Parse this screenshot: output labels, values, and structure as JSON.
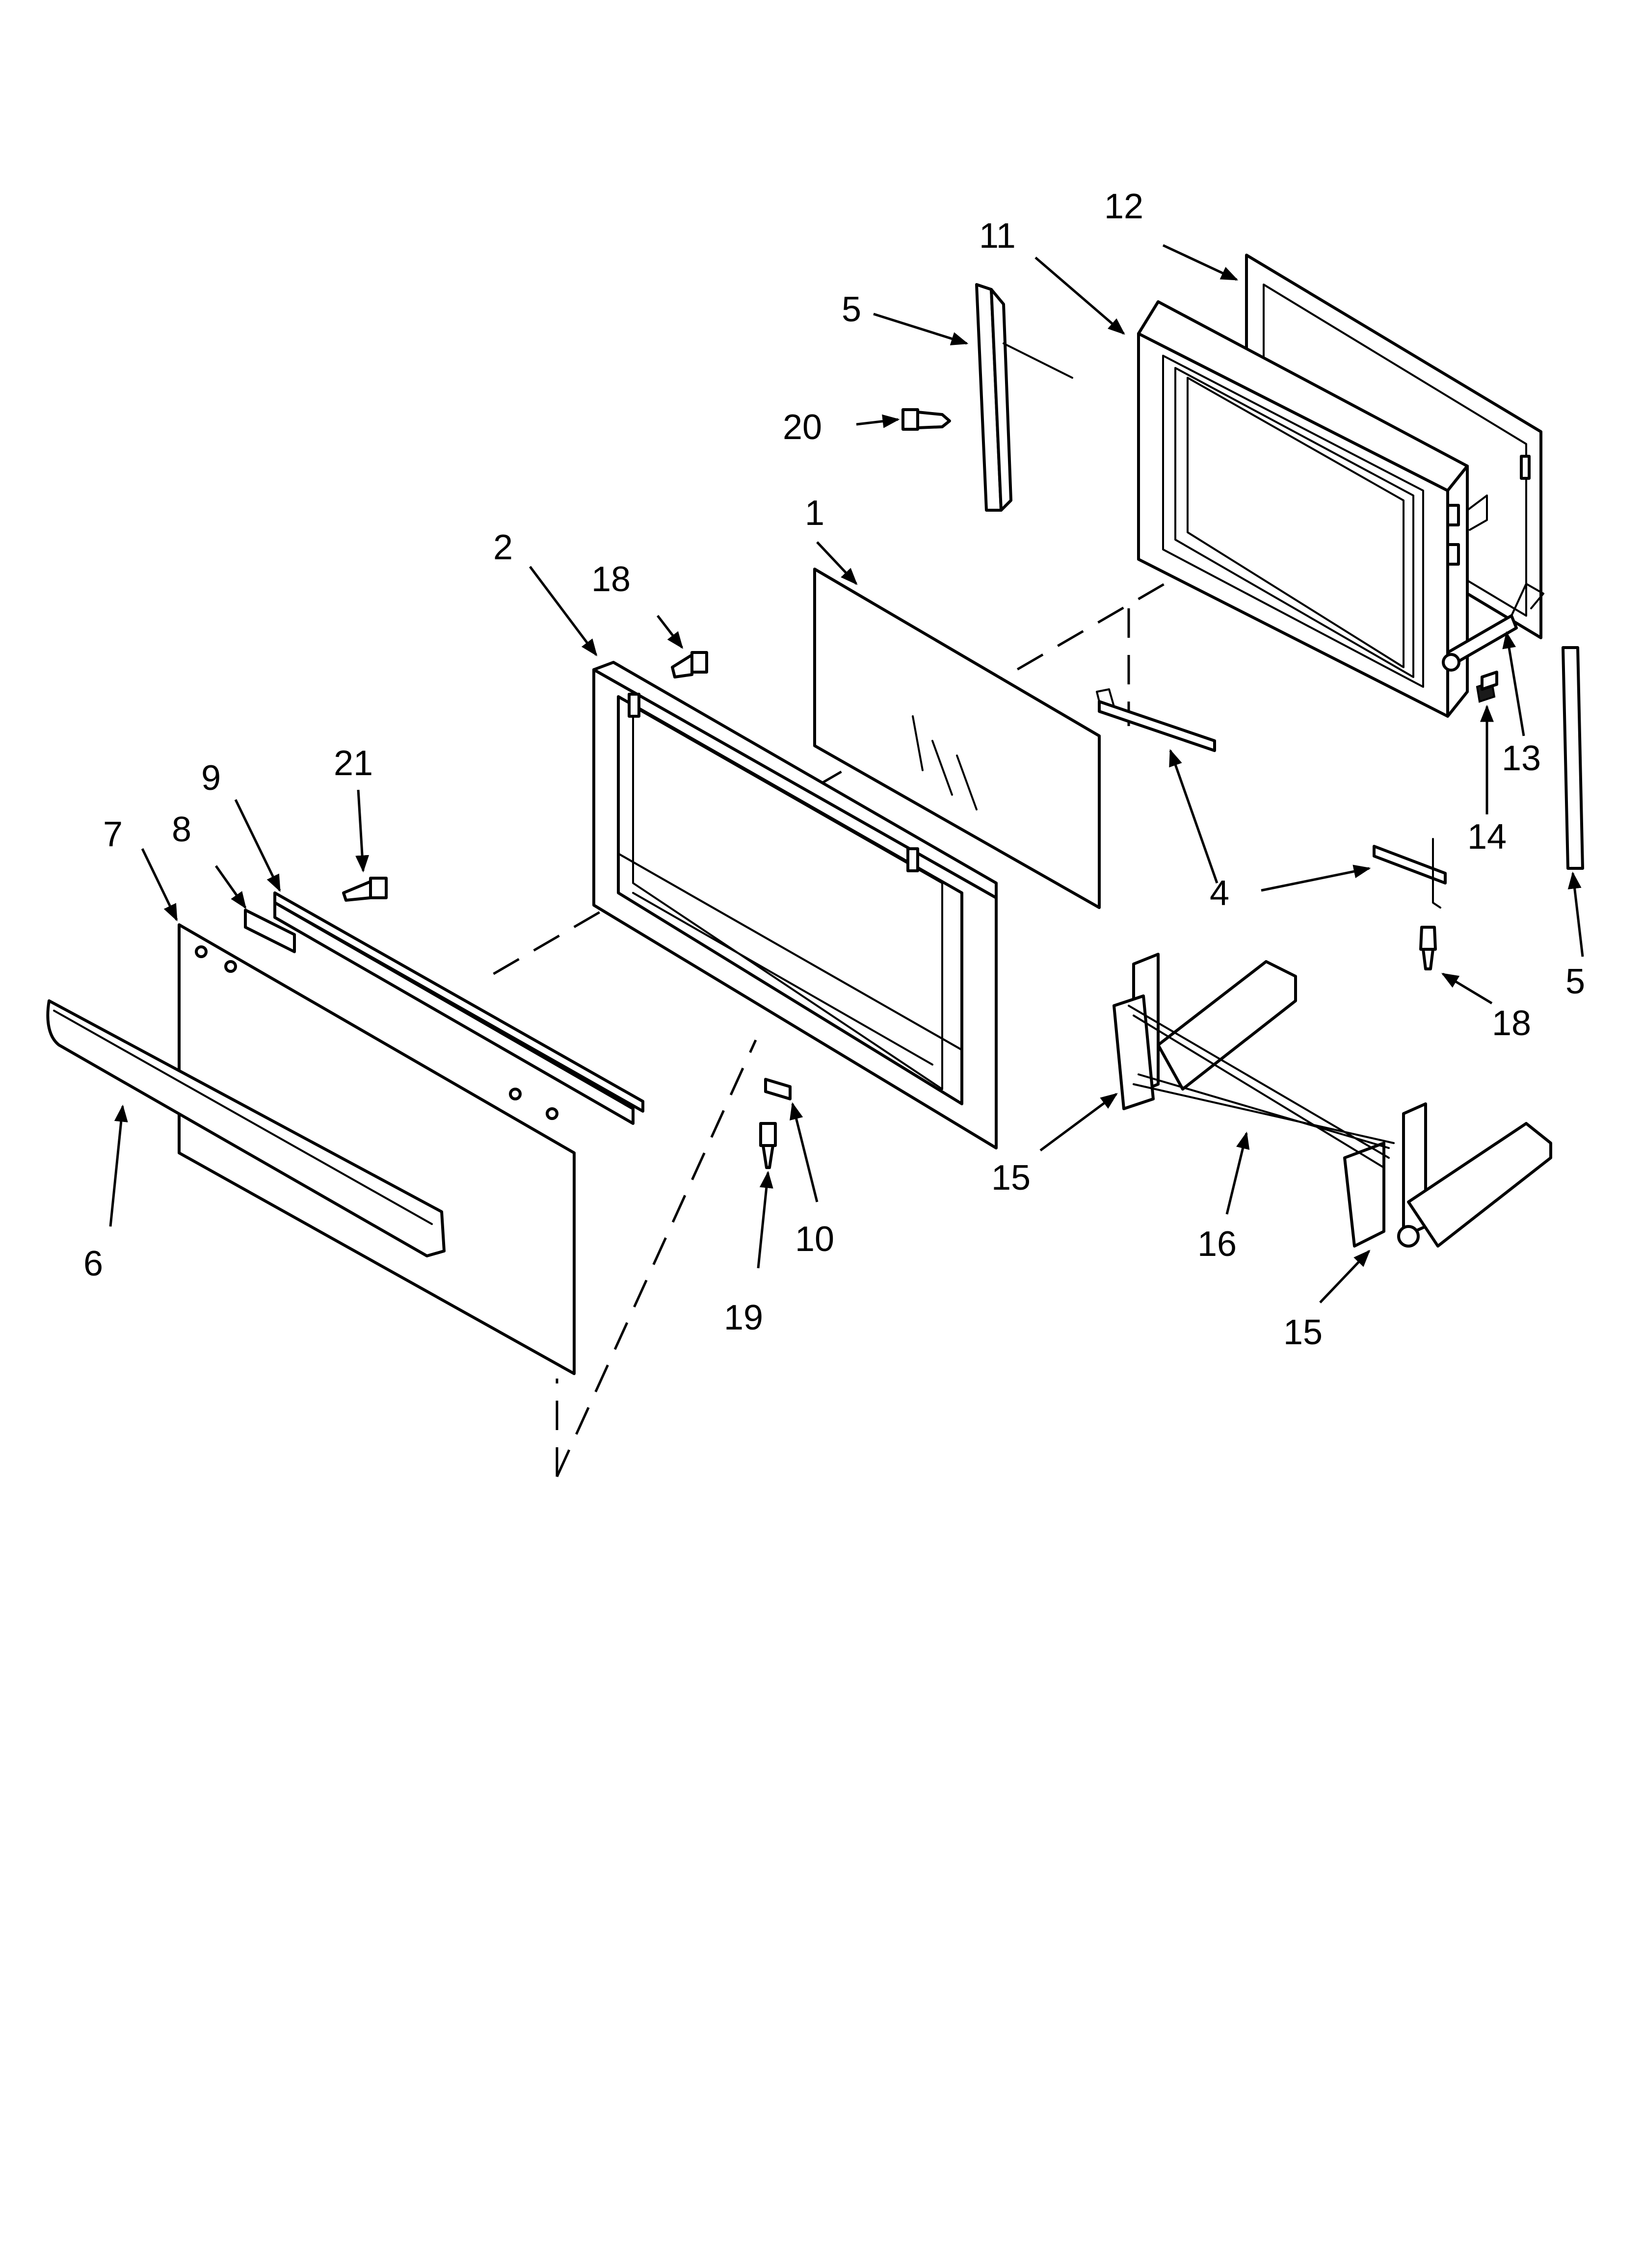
{
  "callouts": [
    {
      "id": "c12",
      "label": "12"
    },
    {
      "id": "c11",
      "label": "11"
    },
    {
      "id": "c5a",
      "label": "5"
    },
    {
      "id": "c20",
      "label": "20"
    },
    {
      "id": "c1",
      "label": "1"
    },
    {
      "id": "c2",
      "label": "2"
    },
    {
      "id": "c18a",
      "label": "18"
    },
    {
      "id": "c21",
      "label": "21"
    },
    {
      "id": "c9",
      "label": "9"
    },
    {
      "id": "c7",
      "label": "7"
    },
    {
      "id": "c8",
      "label": "8"
    },
    {
      "id": "c13",
      "label": "13"
    },
    {
      "id": "c14",
      "label": "14"
    },
    {
      "id": "c4",
      "label": "4"
    },
    {
      "id": "c5b",
      "label": "5"
    },
    {
      "id": "c18b",
      "label": "18"
    },
    {
      "id": "c15a",
      "label": "15"
    },
    {
      "id": "c16",
      "label": "16"
    },
    {
      "id": "c15b",
      "label": "15"
    },
    {
      "id": "c10",
      "label": "10"
    },
    {
      "id": "c19",
      "label": "19"
    },
    {
      "id": "c6",
      "label": "6"
    }
  ]
}
